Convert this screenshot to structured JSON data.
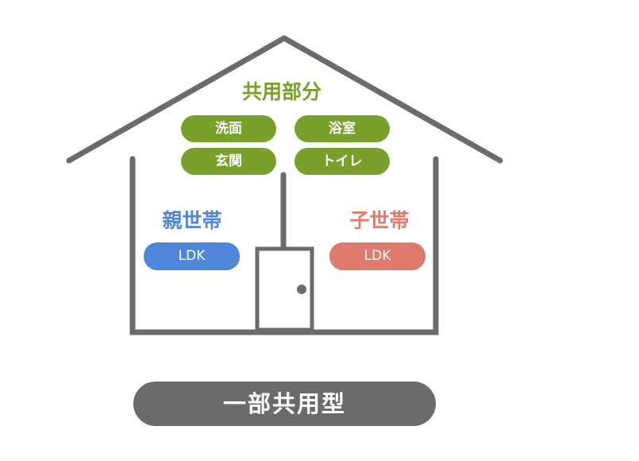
{
  "colors": {
    "structure": "#6b6b6b",
    "shared": "#7aa02c",
    "parent": "#4f86d9",
    "child": "#de7b6c",
    "badge": "#6b6b6b",
    "door_fill": "#ffffff"
  },
  "shared": {
    "title": "共用部分",
    "rooms": [
      "洗面",
      "浴室",
      "玄関",
      "トイレ"
    ]
  },
  "parent": {
    "title": "親世帯",
    "room": "LDK"
  },
  "child": {
    "title": "子世帯",
    "room": "LDK"
  },
  "type_label": "一部共用型"
}
